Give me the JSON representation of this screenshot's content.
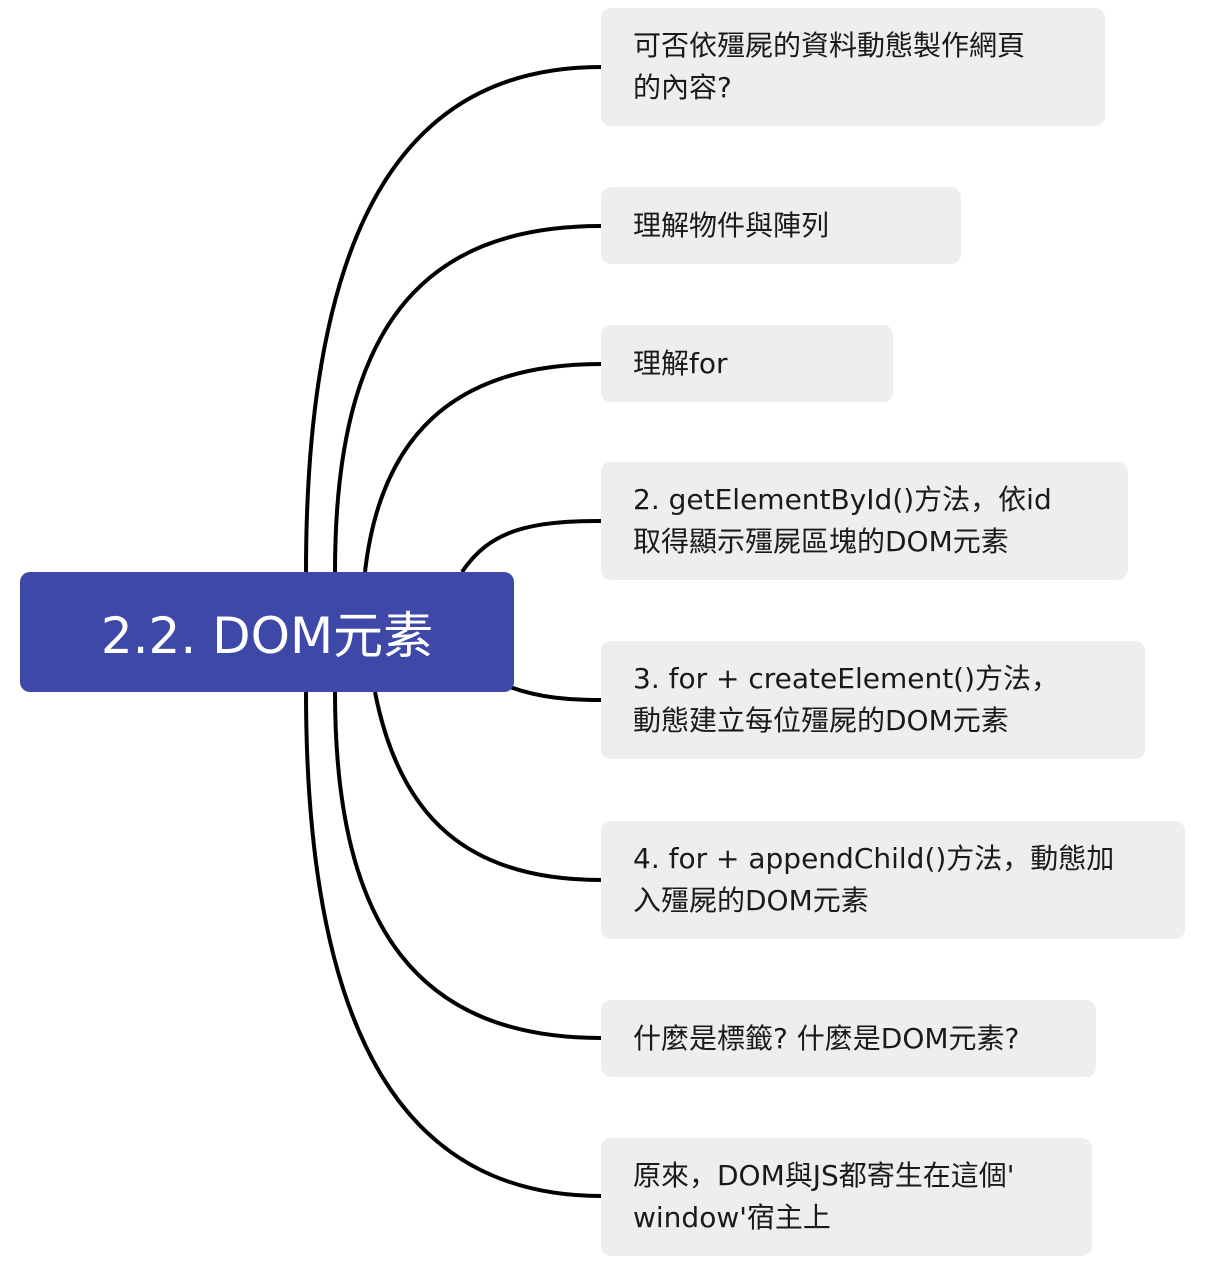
{
  "root": {
    "label": "2.2. DOM元素",
    "color": "#3d48a8"
  },
  "topics": [
    {
      "label": "可否依殭屍的資料動態製作網頁\n的內容?"
    },
    {
      "label": "理解物件與陣列"
    },
    {
      "label": "理解for"
    },
    {
      "label": "2. getElementById()方法，依id\n取得顯示殭屍區塊的DOM元素"
    },
    {
      "label": "3. for + createElement()方法，\n動態建立每位殭屍的DOM元素"
    },
    {
      "label": "4. for + appendChild()方法，動態加\n入殭屍的DOM元素"
    },
    {
      "label": "什麼是標籤? 什麼是DOM元素?"
    },
    {
      "label": "原來，DOM與JS都寄生在這個'\nwindow'宿主上"
    }
  ],
  "colors": {
    "node_background": "#eeeeee",
    "connector": "#000000"
  }
}
